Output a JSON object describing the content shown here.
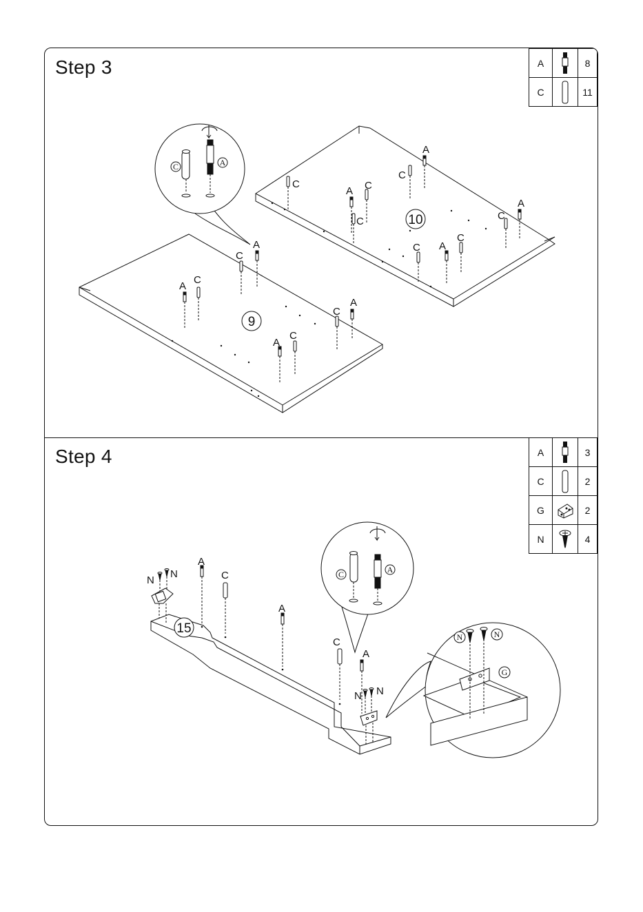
{
  "step3": {
    "title": "Step 3",
    "parts": [
      {
        "letter": "A",
        "icon": "cam-bolt-icon",
        "qty": "8"
      },
      {
        "letter": "C",
        "icon": "wood-dowel-icon",
        "qty": "11"
      }
    ],
    "panels": [
      {
        "number": "9"
      },
      {
        "number": "10"
      }
    ],
    "labels": {
      "a": "A",
      "c": "C"
    },
    "detail": {
      "dowel_label": "C",
      "bolt_label": "A"
    }
  },
  "step4": {
    "title": "Step 4",
    "parts": [
      {
        "letter": "A",
        "icon": "cam-bolt-icon",
        "qty": "3"
      },
      {
        "letter": "C",
        "icon": "wood-dowel-icon",
        "qty": "2"
      },
      {
        "letter": "G",
        "icon": "angle-bracket-icon",
        "qty": "2"
      },
      {
        "letter": "N",
        "icon": "screw-icon",
        "qty": "4"
      }
    ],
    "panel": {
      "number": "15"
    },
    "labels": {
      "a": "A",
      "c": "C",
      "n": "N"
    },
    "detail": {
      "dowel_label": "C",
      "bolt_label": "A"
    },
    "bracket_detail": {
      "screw_label": "N",
      "bracket_label": "G"
    }
  }
}
